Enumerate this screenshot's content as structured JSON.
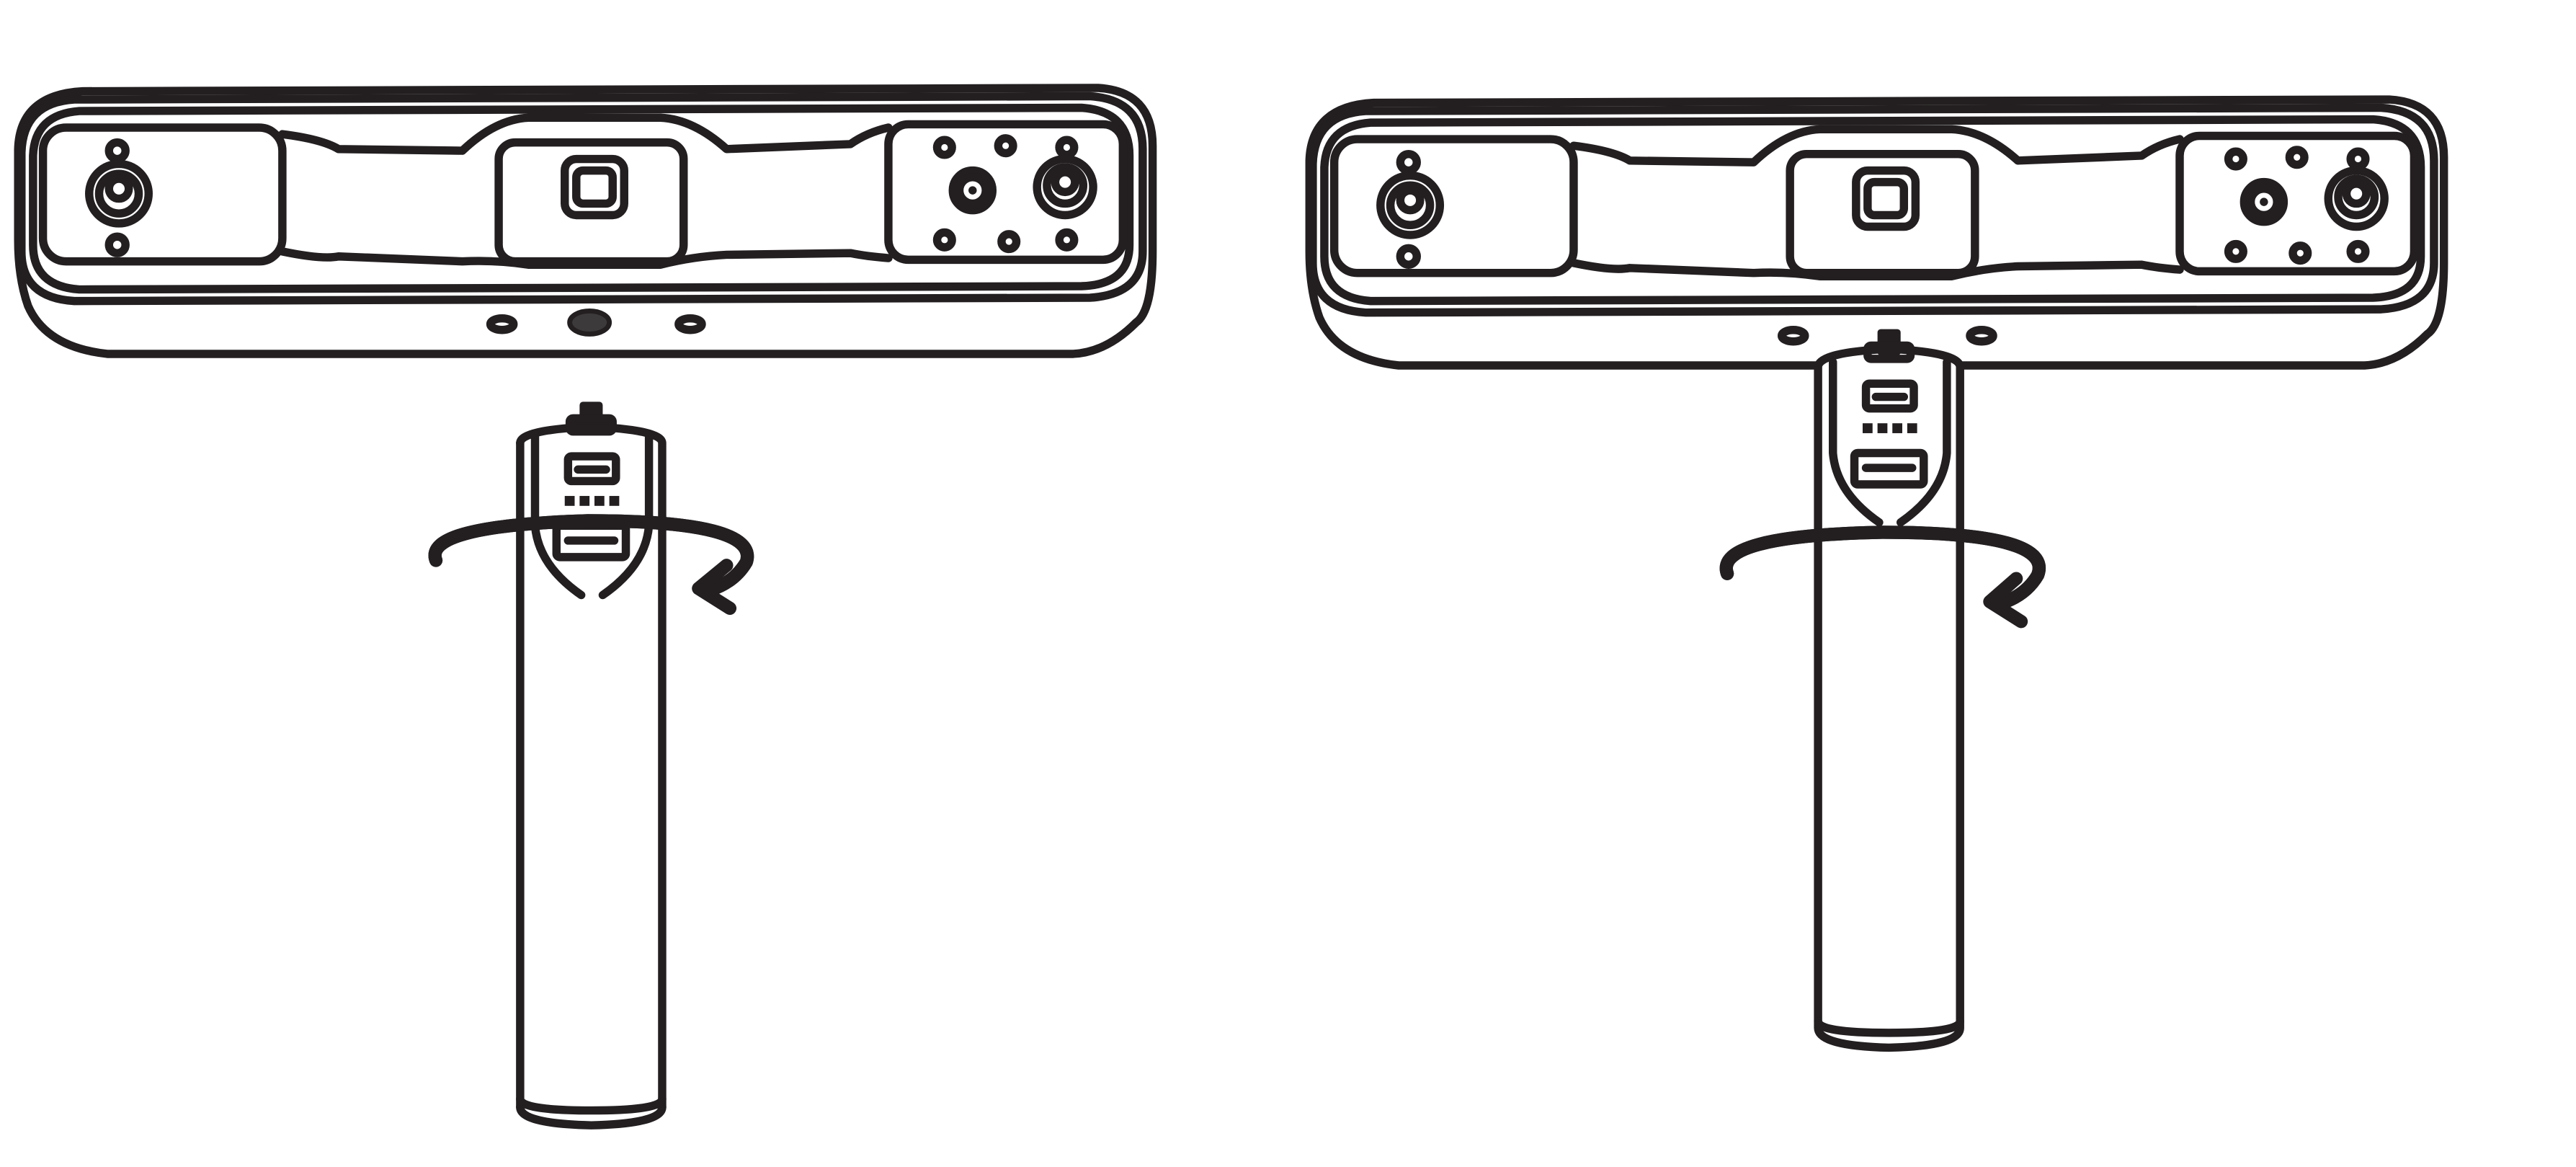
{
  "figure": {
    "panels": [
      {
        "step": "before-attach",
        "handle_attached": false,
        "rotation": "clockwise"
      },
      {
        "step": "after-attach",
        "handle_attached": true,
        "rotation": "clockwise"
      }
    ],
    "colors": {
      "line": "#231f20",
      "background": "#ffffff",
      "socket": "#3d3a3b"
    },
    "icons": [
      "scanner-body",
      "handle",
      "rotate-arrow"
    ]
  }
}
